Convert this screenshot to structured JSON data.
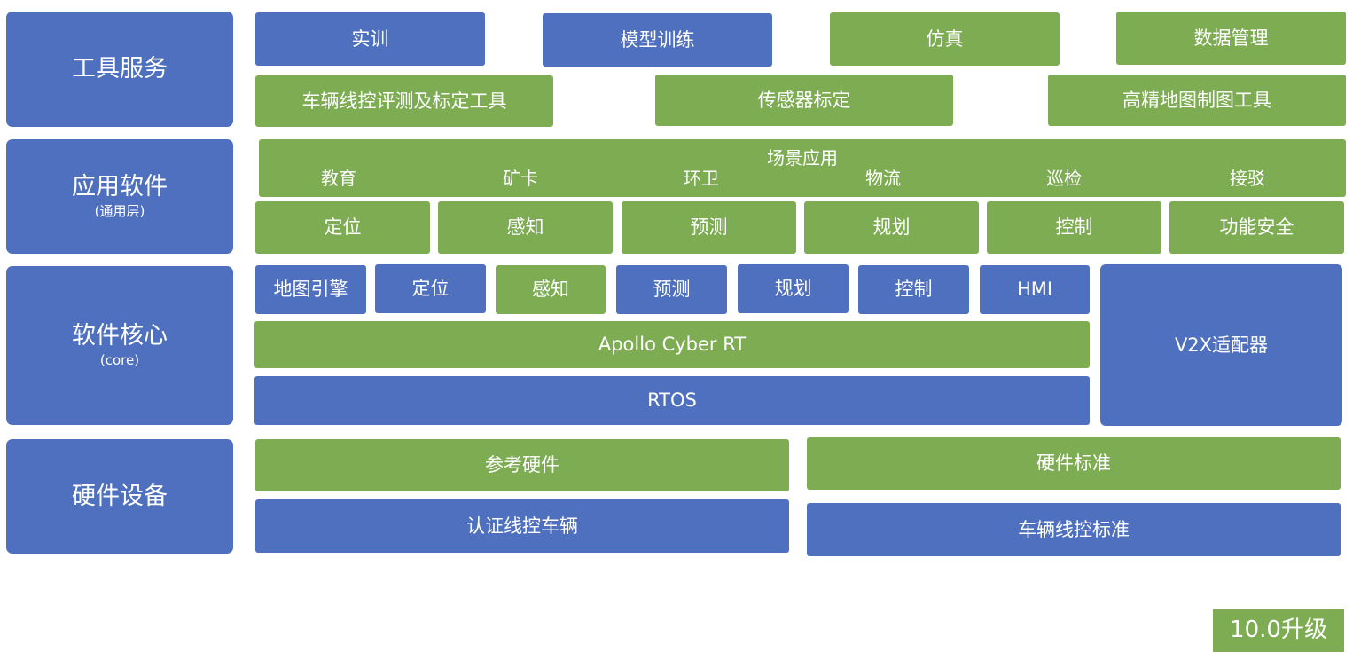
{
  "rows": {
    "tools": {
      "label": "工具服务"
    },
    "apps": {
      "label": "应用软件",
      "sublabel": "(通用层)"
    },
    "core": {
      "label": "软件核心",
      "sublabel": "(core)"
    },
    "hardware": {
      "label": "硬件设备"
    }
  },
  "tools": {
    "training": "实训",
    "model_training": "模型训练",
    "simulation": "仿真",
    "data_management": "数据管理",
    "drive_by_wire_tool": "车辆线控评测及标定工具",
    "sensor_calibration": "传感器标定",
    "hd_map_tool": "高精地图制图工具"
  },
  "apps": {
    "scenarios_title": "场景应用",
    "scenarios": [
      "教育",
      "矿卡",
      "环卫",
      "物流",
      "巡检",
      "接驳"
    ],
    "modules": [
      "定位",
      "感知",
      "预测",
      "规划",
      "控制",
      "功能安全"
    ]
  },
  "core": {
    "modules": [
      "地图引擎",
      "定位",
      "感知",
      "预测",
      "规划",
      "控制",
      "HMI"
    ],
    "cyber_rt": "Apollo Cyber RT",
    "rtos": "RTOS",
    "v2x": "V2X适配器"
  },
  "hardware": {
    "reference_hardware": "参考硬件",
    "hardware_standard": "硬件标准",
    "certified_vehicle": "认证线控车辆",
    "vehicle_standard": "车辆线控标准"
  },
  "badge": "10.0升级",
  "colors": {
    "blue": "#4f70be",
    "green": "#7dac53"
  }
}
